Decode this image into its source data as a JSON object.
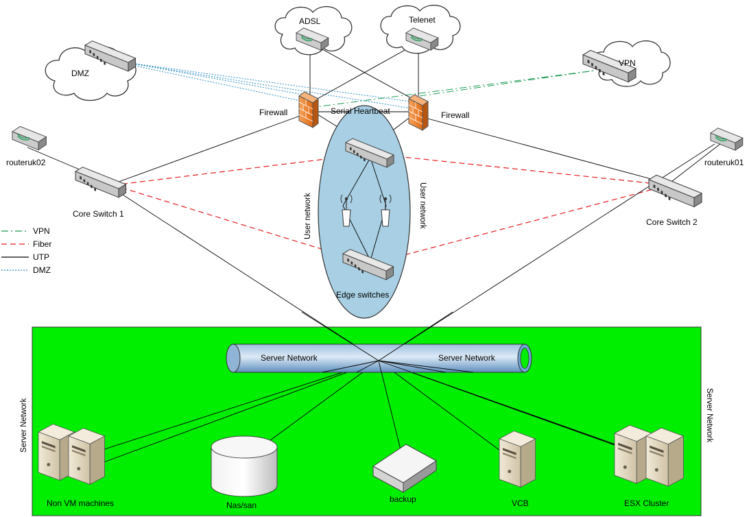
{
  "clouds": {
    "dmz": "DMZ",
    "adsl": "ADSL",
    "telenet": "Telenet",
    "vpn": "VPN"
  },
  "nodes": {
    "firewall_left": "Firewall",
    "firewall_right": "Firewall",
    "heartbeat": "Serial Heartbeat",
    "router_left": "routeruk02",
    "router_right": "routeruk01",
    "core_switch_1": "Core Switch 1",
    "core_switch_2": "Core Switch 2",
    "edge_switches": "Edge switches",
    "user_network_left": "User network",
    "user_network_right": "User network"
  },
  "legend": [
    {
      "label": "VPN",
      "color": "#1a9850",
      "dash": "10,4,2,4"
    },
    {
      "label": "Fiber",
      "color": "#e41a1c",
      "dash": "8,5"
    },
    {
      "label": "UTP",
      "color": "#000000",
      "dash": ""
    },
    {
      "label": "DMZ",
      "color": "#2b8cc4",
      "dash": "2,2"
    }
  ],
  "server_zone": {
    "side_label_left": "Server Network",
    "side_label_right": "Server Network",
    "pipe_label_left": "Server Network",
    "pipe_label_right": "Server Network",
    "zone_color": "#00ee00",
    "servers": {
      "non_vm": "Non VM machines",
      "nas": "Nas/san",
      "backup": "backup",
      "vcb": "VCB",
      "esx": "ESX Cluster"
    }
  }
}
